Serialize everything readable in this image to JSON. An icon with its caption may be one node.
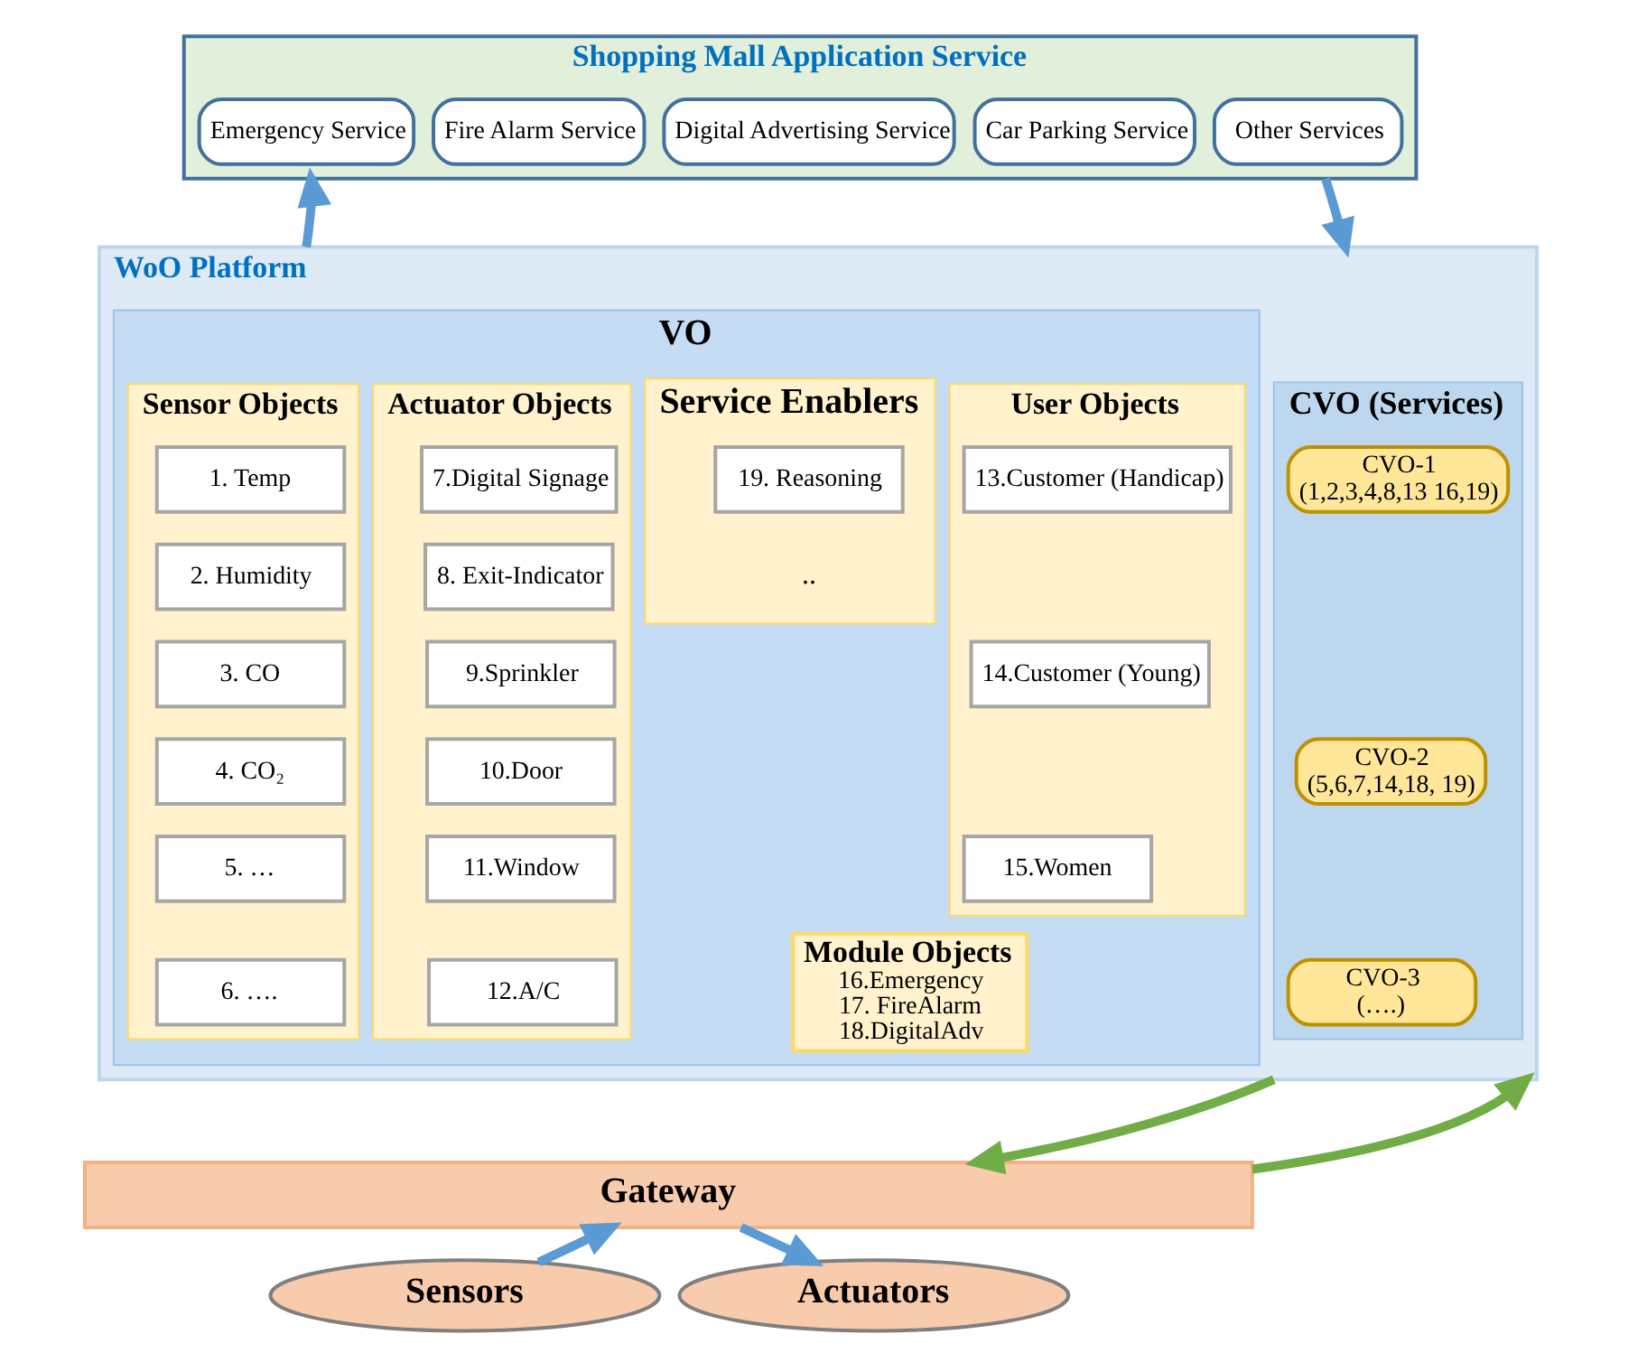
{
  "diagram": {
    "nodes": [
      {
        "text": [
          "Shopping Mall Application Service"
        ]
      },
      {
        "text": [
          "Emergency Service"
        ],
        "in": 0
      },
      {
        "text": [
          "Fire Alarm Service"
        ],
        "in": 0
      },
      {
        "text": [
          "Digital Advertising Service"
        ],
        "in": 0
      },
      {
        "text": [
          "Car Parking Service"
        ],
        "in": 0
      },
      {
        "text": [
          "Other Services"
        ],
        "in": 0
      },
      {
        "text": [
          "WoO Platform"
        ]
      },
      {
        "text": [
          "VO"
        ],
        "in": 6
      },
      {
        "text": [
          "Sensor Objects"
        ],
        "in": 7
      },
      {
        "text": [
          "1. Temp"
        ],
        "in": 8
      },
      {
        "text": [
          "2. Humidity"
        ],
        "in": 8
      },
      {
        "text": [
          "3. CO"
        ],
        "in": 8
      },
      {
        "text": [
          "4. CO₂"
        ],
        "in": 8
      },
      {
        "text": [
          "5. …"
        ],
        "in": 8
      },
      {
        "text": [
          "6. …."
        ],
        "in": 8
      },
      {
        "text": [
          "Actuator Objects"
        ],
        "in": 7
      },
      {
        "text": [
          "7.Digital Signage"
        ],
        "in": 15
      },
      {
        "text": [
          "8. Exit-Indicator"
        ],
        "in": 15
      },
      {
        "text": [
          "9.Sprinkler"
        ],
        "in": 15
      },
      {
        "text": [
          "10.Door"
        ],
        "in": 15
      },
      {
        "text": [
          "11.Window"
        ],
        "in": 15
      },
      {
        "text": [
          "12.A/C"
        ],
        "in": 15
      },
      {
        "text": [
          "Service Enablers",
          ".."
        ],
        "in": 7
      },
      {
        "text": [
          "19. Reasoning"
        ],
        "in": 22
      },
      {
        "text": [
          "User Objects"
        ],
        "in": 7
      },
      {
        "text": [
          "13.Customer (Handicap)"
        ],
        "in": 24
      },
      {
        "text": [
          "14.Customer (Young)"
        ],
        "in": 24
      },
      {
        "text": [
          "15.Women"
        ],
        "in": 24
      },
      {
        "text": [
          "Module Objects",
          "16.Emergency",
          "17. FireAlarm",
          "18.DigitalAdv"
        ],
        "in": 7
      },
      {
        "text": [
          "CVO (Services)"
        ],
        "in": 6
      },
      {
        "text": [
          "CVO-1",
          "(1,2,3,4,8,13 16,19)"
        ],
        "in": 29
      },
      {
        "text": [
          "CVO-2",
          "(5,6,7,14,18, 19)"
        ],
        "in": 29
      },
      {
        "text": [
          "CVO-3",
          "(….)"
        ],
        "in": 29
      },
      {
        "text": [
          "Gateway"
        ]
      },
      {
        "text": [
          "Sensors"
        ]
      },
      {
        "text": [
          "Actuators"
        ]
      }
    ],
    "edges": [
      {
        "from": 0,
        "to": 6,
        "arrow": "to"
      },
      {
        "from": 6,
        "to": 0,
        "arrow": "to"
      },
      {
        "from": 6,
        "to": 33,
        "arrow": "to",
        "color": "#70ad47"
      },
      {
        "from": 33,
        "to": 6,
        "arrow": "to",
        "color": "#70ad47"
      },
      {
        "from": 33,
        "to": 35,
        "arrow": "to"
      },
      {
        "from": 34,
        "to": 33,
        "arrow": "to"
      }
    ]
  }
}
